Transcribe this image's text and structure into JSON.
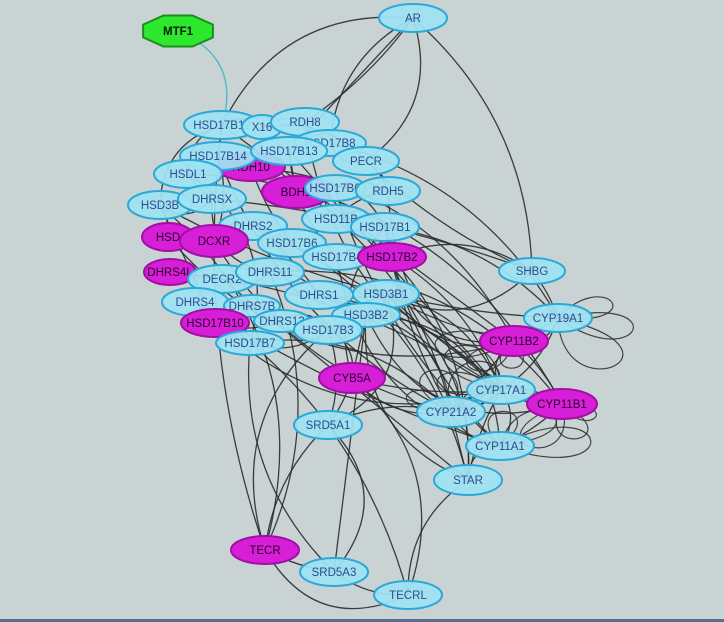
{
  "colors": {
    "background": "#c9d3d4",
    "edge": "#2b2b2b",
    "mtf1_edge": "#3fb8c8",
    "cyan_fill": "#9fe3f2",
    "cyan_stroke": "#2aa8d8",
    "cyan_text": "#2a4c8f",
    "magenta_fill": "#d61fd6",
    "magenta_stroke": "#a10fa5",
    "magenta_text": "#2a0030",
    "green_fill": "#2ee82e",
    "green_stroke": "#1b8f1b",
    "green_text": "#062006"
  },
  "nodes": [
    {
      "id": "AR",
      "label": "AR",
      "kind": "cyan"
    },
    {
      "id": "MTF1",
      "label": "MTF1",
      "kind": "green"
    },
    {
      "id": "HSD17B12",
      "label": "HSD17B12",
      "kind": "cyan"
    },
    {
      "id": "X16",
      "label": "X16",
      "kind": "cyan"
    },
    {
      "id": "RDH8",
      "label": "RDH8",
      "kind": "cyan"
    },
    {
      "id": "HSD17B8",
      "label": "HSD17B8",
      "kind": "cyan"
    },
    {
      "id": "RDH10",
      "label": "RDH10",
      "kind": "magenta"
    },
    {
      "id": "HSD17B14",
      "label": "HSD17B14",
      "kind": "cyan"
    },
    {
      "id": "HSD17B13",
      "label": "HSD17B13",
      "kind": "cyan"
    },
    {
      "id": "PECR",
      "label": "PECR",
      "kind": "cyan"
    },
    {
      "id": "HSDL1",
      "label": "HSDL1",
      "kind": "cyan"
    },
    {
      "id": "BDH1",
      "label": "BDH1",
      "kind": "magenta"
    },
    {
      "id": "HSD17B6",
      "label": "HSD17B6",
      "kind": "cyan"
    },
    {
      "id": "RDH5",
      "label": "RDH5",
      "kind": "cyan"
    },
    {
      "id": "HSD3B",
      "label": "HSD3B",
      "kind": "cyan"
    },
    {
      "id": "DHRSX",
      "label": "DHRSX",
      "kind": "cyan"
    },
    {
      "id": "HSD11B",
      "label": "HSD11B",
      "kind": "cyan"
    },
    {
      "id": "HSD17B1",
      "label": "HSD17B1",
      "kind": "cyan"
    },
    {
      "id": "DHRS2",
      "label": "DHRS2",
      "kind": "cyan"
    },
    {
      "id": "HSD",
      "label": "HSD",
      "kind": "magenta"
    },
    {
      "id": "DCXR",
      "label": "DCXR",
      "kind": "magenta"
    },
    {
      "id": "HSD17B6b",
      "label": "HSD17B6",
      "kind": "cyan"
    },
    {
      "id": "HSD17B4",
      "label": "HSD17B4",
      "kind": "cyan"
    },
    {
      "id": "HSD17B2",
      "label": "HSD17B2",
      "kind": "magenta"
    },
    {
      "id": "DHRS4L",
      "label": "DHRS4L",
      "kind": "magenta"
    },
    {
      "id": "DECR2",
      "label": "DECR2",
      "kind": "cyan"
    },
    {
      "id": "DHRS11",
      "label": "DHRS11",
      "kind": "cyan"
    },
    {
      "id": "SHBG",
      "label": "SHBG",
      "kind": "cyan"
    },
    {
      "id": "DHRS1",
      "label": "DHRS1",
      "kind": "cyan"
    },
    {
      "id": "HSD3B1",
      "label": "HSD3B1",
      "kind": "cyan"
    },
    {
      "id": "DHRS4",
      "label": "DHRS4",
      "kind": "cyan"
    },
    {
      "id": "DHRS7B",
      "label": "DHRS7B",
      "kind": "cyan"
    },
    {
      "id": "HSD3B2",
      "label": "HSD3B2",
      "kind": "cyan"
    },
    {
      "id": "CYP19A1",
      "label": "CYP19A1",
      "kind": "cyan"
    },
    {
      "id": "HSD17B10",
      "label": "HSD17B10",
      "kind": "magenta"
    },
    {
      "id": "DHRS13",
      "label": "DHRS13",
      "kind": "cyan"
    },
    {
      "id": "HSD17B3",
      "label": "HSD17B3",
      "kind": "cyan"
    },
    {
      "id": "CYP11B2",
      "label": "CYP11B2",
      "kind": "magenta"
    },
    {
      "id": "HSD17B7",
      "label": "HSD17B7",
      "kind": "cyan"
    },
    {
      "id": "CYB5A",
      "label": "CYB5A",
      "kind": "magenta"
    },
    {
      "id": "CYP17A1",
      "label": "CYP17A1",
      "kind": "cyan"
    },
    {
      "id": "CYP11B1",
      "label": "CYP11B1",
      "kind": "magenta"
    },
    {
      "id": "CYP21A2",
      "label": "CYP21A2",
      "kind": "cyan"
    },
    {
      "id": "SRD5A1",
      "label": "SRD5A1",
      "kind": "cyan"
    },
    {
      "id": "CYP11A1",
      "label": "CYP11A1",
      "kind": "cyan"
    },
    {
      "id": "STAR",
      "label": "STAR",
      "kind": "cyan"
    },
    {
      "id": "TECR",
      "label": "TECR",
      "kind": "magenta"
    },
    {
      "id": "SRD5A3",
      "label": "SRD5A3",
      "kind": "cyan"
    },
    {
      "id": "TECRL",
      "label": "TECRL",
      "kind": "cyan"
    }
  ],
  "edges": [
    [
      "MTF1",
      "HSD17B12"
    ],
    [
      "AR",
      "RDH8"
    ],
    [
      "AR",
      "HSD17B8"
    ],
    [
      "AR",
      "PECR"
    ],
    [
      "AR",
      "HSD17B13"
    ],
    [
      "AR",
      "HSD17B12"
    ],
    [
      "AR",
      "SHBG"
    ],
    [
      "TECR",
      "SRD5A3"
    ],
    [
      "TECR",
      "TECRL"
    ],
    [
      "TECR",
      "SRD5A1"
    ],
    [
      "SRD5A3",
      "TECRL"
    ],
    [
      "SRD5A1",
      "SRD5A3"
    ],
    [
      "SRD5A1",
      "TECRL"
    ],
    [
      "TECR",
      "DHRS11"
    ],
    [
      "TECR",
      "HSD17B3"
    ],
    [
      "SRD5A3",
      "HSD3B2"
    ],
    [
      "TECRL",
      "CYB5A"
    ],
    [
      "TECRL",
      "STAR"
    ],
    [
      "SRD5A1",
      "CYB5A"
    ],
    [
      "SRD5A1",
      "HSD3B1"
    ],
    [
      "SRD5A1",
      "CYP21A2"
    ],
    [
      "SRD5A1",
      "HSD17B3"
    ],
    [
      "STAR",
      "CYP11A1"
    ],
    [
      "STAR",
      "CYP17A1"
    ],
    [
      "STAR",
      "HSD3B1"
    ],
    [
      "STAR",
      "HSD3B2"
    ],
    [
      "STAR",
      "CYP21A2"
    ],
    [
      "CYP11A1",
      "CYP17A1"
    ],
    [
      "CYP11A1",
      "CYP21A2"
    ],
    [
      "CYP11A1",
      "CYP11B1"
    ],
    [
      "CYP11A1",
      "HSD3B2"
    ],
    [
      "CYP17A1",
      "CYP21A2"
    ],
    [
      "CYP17A1",
      "CYP11B1"
    ],
    [
      "CYP17A1",
      "CYP11B2"
    ],
    [
      "CYP17A1",
      "CYB5A"
    ],
    [
      "CYP17A1",
      "HSD3B1"
    ],
    [
      "CYP21A2",
      "CYP11B1"
    ],
    [
      "CYP21A2",
      "CYP11B2"
    ],
    [
      "CYP21A2",
      "HSD3B2"
    ],
    [
      "CYP21A2",
      "CYB5A"
    ],
    [
      "CYP11B1",
      "CYP11B2"
    ],
    [
      "CYP11B2",
      "CYP19A1"
    ],
    [
      "CYP19A1",
      "CYP17A1"
    ],
    [
      "CYP19A1",
      "HSD17B1"
    ],
    [
      "CYP19A1",
      "HSD3B1"
    ],
    [
      "SHBG",
      "CYP19A1"
    ],
    [
      "SHBG",
      "HSD17B2"
    ],
    [
      "SHBG",
      "HSD3B1"
    ],
    [
      "CYB5A",
      "HSD3B2"
    ],
    [
      "CYB5A",
      "HSD17B3"
    ],
    [
      "CYB5A",
      "HSD17B1"
    ],
    [
      "HSD3B1",
      "CYP11B2"
    ],
    [
      "HSD3B2",
      "CYP11B1"
    ],
    [
      "HSD17B2",
      "CYP17A1"
    ],
    [
      "HSD17B1",
      "CYP11A1"
    ],
    [
      "HSD3B1",
      "HSD3B2"
    ],
    [
      "HSD17B3",
      "HSD3B2"
    ],
    [
      "DHRS1",
      "HSD3B1"
    ],
    [
      "HSD17B12",
      "X16"
    ],
    [
      "HSD17B12",
      "HSD17B14"
    ],
    [
      "HSD17B12",
      "HSDL1"
    ],
    [
      "X16",
      "RDH8"
    ],
    [
      "RDH8",
      "HSD17B8"
    ],
    [
      "HSD17B8",
      "PECR"
    ],
    [
      "PECR",
      "RDH5"
    ],
    [
      "RDH5",
      "HSD11B"
    ],
    [
      "HSD11B",
      "HSD17B1"
    ],
    [
      "HSD17B1",
      "HSD17B2"
    ],
    [
      "HSD17B14",
      "RDH10"
    ],
    [
      "RDH10",
      "BDH1"
    ],
    [
      "HSD17B13",
      "BDH1"
    ],
    [
      "BDH1",
      "HSD17B6"
    ],
    [
      "HSD17B6",
      "RDH5"
    ],
    [
      "HSDL1",
      "DHRSX"
    ],
    [
      "HSD3B",
      "DHRSX"
    ],
    [
      "HSD3B",
      "HSD"
    ],
    [
      "HSD",
      "DCXR"
    ],
    [
      "DCXR",
      "DHRS2"
    ],
    [
      "DHRS2",
      "HSD17B6b"
    ],
    [
      "HSD17B6b",
      "HSD17B4"
    ],
    [
      "HSD17B4",
      "HSD17B2"
    ],
    [
      "DHRS4L",
      "DECR2"
    ],
    [
      "DECR2",
      "DHRS11"
    ],
    [
      "DHRS11",
      "DHRS1"
    ],
    [
      "DHRS1",
      "HSD3B1"
    ],
    [
      "DHRS4",
      "DHRS7B"
    ],
    [
      "DHRS7B",
      "DHRS13"
    ],
    [
      "HSD17B10",
      "DHRS13"
    ],
    [
      "DHRS13",
      "HSD17B3"
    ],
    [
      "HSD17B7",
      "HSD17B10"
    ],
    [
      "HSD17B7",
      "HSD17B3"
    ],
    [
      "HSD3B2",
      "HSD17B3"
    ],
    [
      "HSD17B12",
      "CYP11B2"
    ],
    [
      "RDH8",
      "CYP17A1"
    ],
    [
      "HSD17B8",
      "CYP19A1"
    ],
    [
      "PECR",
      "SHBG"
    ],
    [
      "RDH5",
      "CYP11B1"
    ],
    [
      "HSD11B",
      "CYP21A2"
    ],
    [
      "HSD17B6",
      "CYP11A1"
    ],
    [
      "BDH1",
      "STAR"
    ],
    [
      "DHRS2",
      "CYP17A1"
    ],
    [
      "DCXR",
      "CYP21A2"
    ],
    [
      "DHRS11",
      "CYP11B1"
    ],
    [
      "DECR2",
      "STAR"
    ],
    [
      "HSD17B10",
      "CYP17A1"
    ],
    [
      "HSD17B7",
      "CYP21A2"
    ],
    [
      "DHRS4",
      "CYP11A1"
    ],
    [
      "HSD",
      "CYP11B2"
    ],
    [
      "DHRS4L",
      "CYP17A1"
    ],
    [
      "HSD3B",
      "CYP19A1"
    ],
    [
      "HSDL1",
      "CYP11B1"
    ],
    [
      "DHRSX",
      "SHBG"
    ],
    [
      "HSD17B14",
      "CYP21A2"
    ],
    [
      "RDH10",
      "CYP11B2"
    ],
    [
      "HSD17B13",
      "CYP17A1"
    ],
    [
      "HSD17B4",
      "CYP11A1"
    ],
    [
      "HSD17B6b",
      "STAR"
    ],
    [
      "HSD17B1",
      "CYP21A2"
    ],
    [
      "HSD17B2",
      "CYP11B2"
    ],
    [
      "DHRS1",
      "CYP17A1"
    ],
    [
      "HSD17B12",
      "TECR"
    ],
    [
      "HSD3B",
      "TECR"
    ],
    [
      "DHRS4",
      "SRD5A1"
    ],
    [
      "HSD17B7",
      "SRD5A3"
    ],
    [
      "HSDL1",
      "HSD17B7"
    ],
    [
      "HSD3B",
      "HSD17B10"
    ],
    [
      "HSD17B12",
      "HSD3B"
    ],
    [
      "X16",
      "PECR"
    ],
    [
      "RDH10",
      "HSD17B6b"
    ],
    [
      "DHRSX",
      "DHRS11"
    ],
    [
      "HSD17B14",
      "DCXR"
    ],
    [
      "HSD17B13",
      "HSD17B4"
    ],
    [
      "BDH1",
      "HSD17B1"
    ],
    [
      "DHRS2",
      "DHRS1"
    ]
  ]
}
